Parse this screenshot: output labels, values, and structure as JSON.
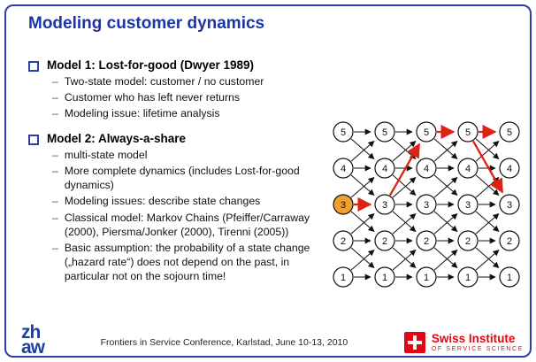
{
  "title": "Modeling customer dynamics",
  "bullets": {
    "dash": "–"
  },
  "sections": [
    {
      "heading": "Model 1: Lost-for-good (Dwyer 1989)",
      "items": [
        "Two-state model: customer / no customer",
        "Customer who has left never returns",
        "Modeling issue: lifetime analysis"
      ]
    },
    {
      "heading": "Model 2: Always-a-share",
      "items": [
        "multi-state model",
        "More complete dynamics (includes Lost-for-good dynamics)",
        "Modeling issues: describe state changes",
        "Classical model: Markov Chains (Pfeiffer/Carraway (2000), Piersma/Jonker (2000),  Tirenni (2005))",
        "Basic assumption: the probability of a state change („hazard rate“) does not depend on the past, in particular not on the sojourn time!"
      ]
    }
  ],
  "footer": {
    "conference": "Frontiers in Service Conference, Karlstad, June 10-13, 2010",
    "zhaw_logo": {
      "line1": "zh",
      "line2": "aw"
    },
    "institute": {
      "name": "Swiss Institute",
      "subtitle": "OF SERVICE SCIENCE"
    }
  },
  "colors": {
    "title_blue": "#1b35a8",
    "border_blue": "#2a3fa8",
    "logo_red": "#e30613",
    "highlight_orange": "#f0a030",
    "arrow_red": "#dd2211"
  },
  "diagram": {
    "columns": 5,
    "states": [
      5,
      4,
      3,
      2,
      1
    ],
    "highlight": {
      "col": 0,
      "state": 3
    },
    "highlight_color": "#f0a030",
    "black_pattern": [
      [
        5,
        5
      ],
      [
        5,
        4
      ],
      [
        4,
        5
      ],
      [
        4,
        4
      ],
      [
        4,
        3
      ],
      [
        3,
        4
      ],
      [
        3,
        3
      ],
      [
        3,
        2
      ],
      [
        2,
        3
      ],
      [
        2,
        2
      ],
      [
        2,
        1
      ],
      [
        1,
        2
      ],
      [
        1,
        1
      ]
    ],
    "red_edges": [
      [
        0,
        3,
        1,
        3
      ],
      [
        1,
        3,
        2,
        5
      ],
      [
        2,
        5,
        3,
        5
      ],
      [
        3,
        5,
        4,
        5
      ],
      [
        3,
        5,
        4,
        3
      ]
    ]
  }
}
